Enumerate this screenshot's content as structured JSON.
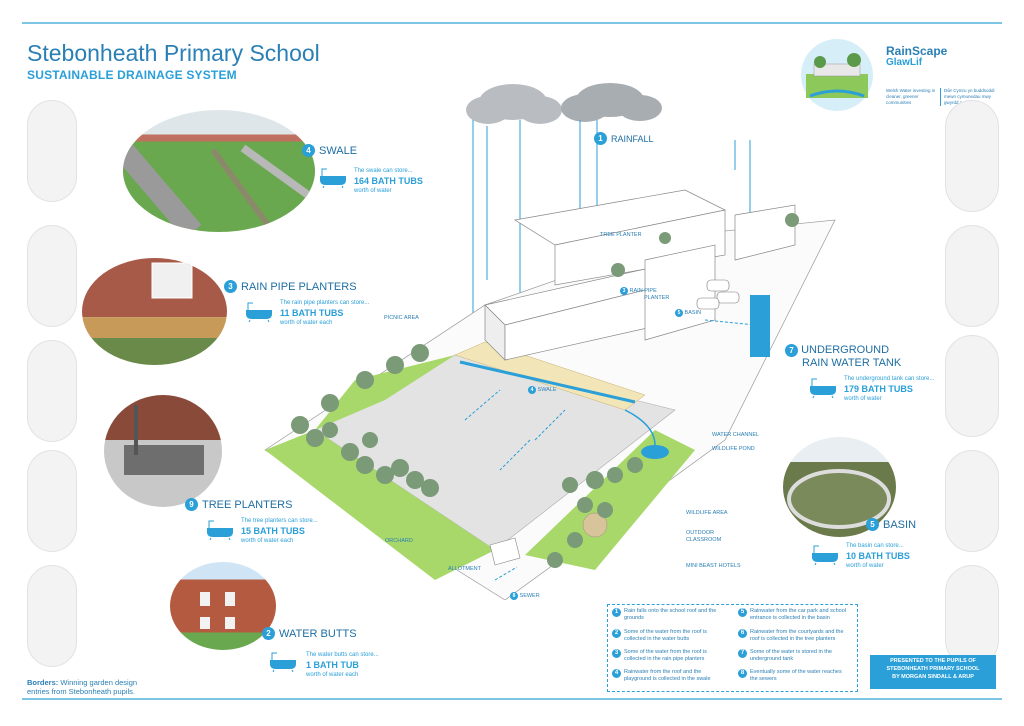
{
  "header": {
    "title": "Stebonheath Primary School",
    "subtitle": "SUSTAINABLE DRAINAGE SYSTEM"
  },
  "logo": {
    "name_line1": "RainScape",
    "name_line2": "GlawLif",
    "tagline_en": "Welsh Water investing in cleaner, greener communities",
    "tagline_cy": "Dŵr Cymru yn buddsoddi mewn cymunedau mwy gwyrdd a glân"
  },
  "features": {
    "swale": {
      "number": "4",
      "name": "SWALE",
      "intro": "The swale can store...",
      "amount": "164 BATH TUBS",
      "suffix": "worth of water"
    },
    "rain_pipe_planters": {
      "number": "3",
      "name": "RAIN PIPE PLANTERS",
      "intro": "The rain pipe planters can store...",
      "amount": "11 BATH TUBS",
      "suffix": "worth of water each"
    },
    "tree_planters": {
      "number": "9",
      "name": "TREE PLANTERS",
      "intro": "The tree planters can store...",
      "amount": "15 BATH TUBS",
      "suffix": "worth of water each"
    },
    "water_butts": {
      "number": "2",
      "name": "WATER BUTTS",
      "intro": "The water butts can store...",
      "amount": "1 BATH TUB",
      "suffix": "worth of water each"
    },
    "underground_tank": {
      "number": "7",
      "name_line1": "UNDERGROUND",
      "name_line2": "RAIN WATER TANK",
      "intro": "The underground tank can store...",
      "amount": "179 BATH TUBS",
      "suffix": "worth of water"
    },
    "basin": {
      "number": "5",
      "name": "BASIN",
      "intro": "The basin can store...",
      "amount": "10 BATH TUBS",
      "suffix": "worth of water"
    }
  },
  "diagram_labels": {
    "rainfall_number": "1",
    "rainfall": "RAINFALL",
    "tree_planter": "TREE PLANTER",
    "rain_pipe_planter_number": "3",
    "rain_pipe_planter_l1": "RAIN PIPE",
    "rain_pipe_planter_l2": "PLANTER",
    "basin_number": "5",
    "basin": "BASIN",
    "picnic_area": "PICNIC AREA",
    "swale_number": "4",
    "swale": "SWALE",
    "water_channel": "WATER CHANNEL",
    "wildlife_pond": "WILDLIFE POND",
    "wildlife_area": "WILDLIFE AREA",
    "outdoor_classroom_l1": "OUTDOOR",
    "outdoor_classroom_l2": "CLASSROOM",
    "mini_beast_hotels": "MINI BEAST HOTELS",
    "orchard": "ORCHARD",
    "allotment": "ALLOTMENT",
    "sewer_number": "8",
    "sewer": "SEWER"
  },
  "legend": [
    {
      "number": "1",
      "text": "Rain falls onto the school roof and the grounds"
    },
    {
      "number": "2",
      "text": "Some of the water from the roof is collected in the water butts"
    },
    {
      "number": "3",
      "text": "Some of the water from the roof is collected in the rain pipe planters"
    },
    {
      "number": "4",
      "text": "Rainwater from the roof and the playground is collected in the swale"
    },
    {
      "number": "5",
      "text": "Rainwater from the car park and school entrance is collected in the basin"
    },
    {
      "number": "6",
      "text": "Rainwater from the courtyards and the roof is collected in the tree planters"
    },
    {
      "number": "7",
      "text": "Some of the water is stored in the underground tank"
    },
    {
      "number": "8",
      "text": "Eventually some of the water reaches the sewers"
    }
  ],
  "presented": {
    "line1": "PRESENTED TO THE PUPILS OF",
    "line2": "STEBONHEATH PRIMARY SCHOOL",
    "line3": "BY MORGAN SINDALL & ARUP"
  },
  "borders_note": {
    "bold": "Borders:",
    "text": " Winning garden design entries from Stebonheath pupils."
  },
  "colors": {
    "accent": "#2a9fd8",
    "title": "#2a7fb5",
    "grass": "#a8d86a",
    "tree": "#7a9a78",
    "cloud": "#b4b8bc"
  }
}
